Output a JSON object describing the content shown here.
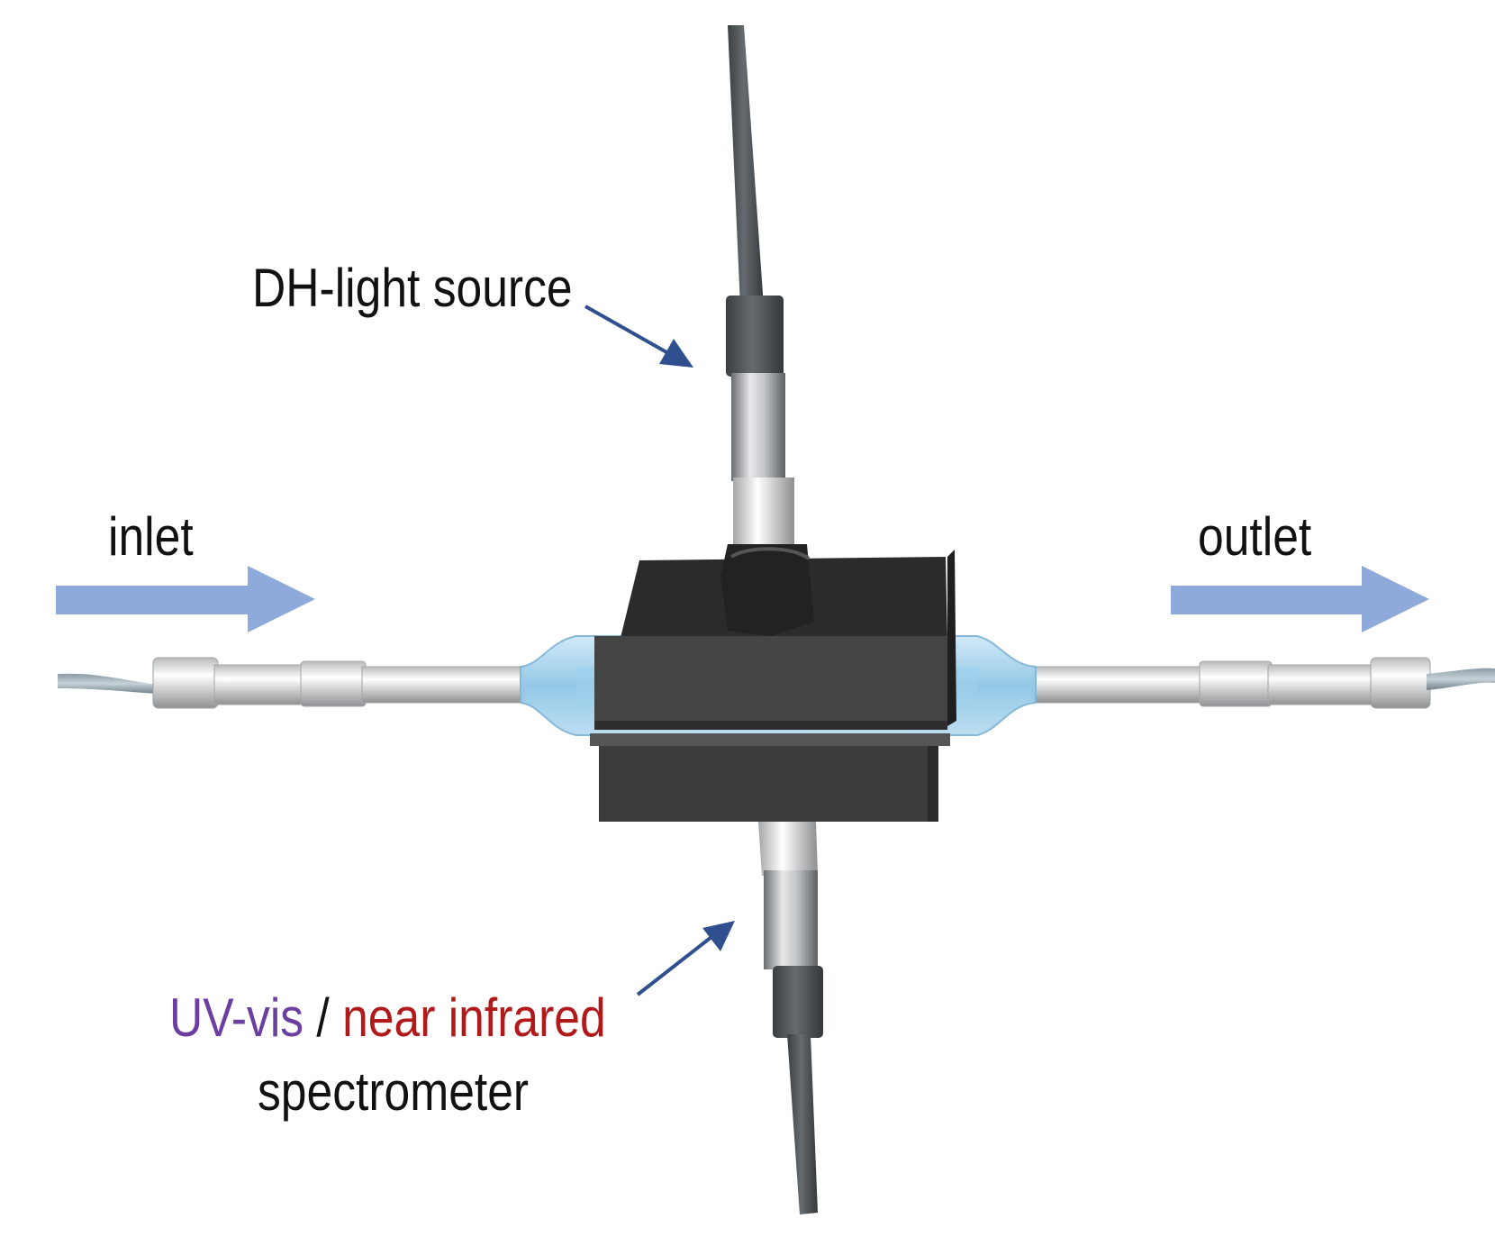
{
  "labels": {
    "light_source": "DH-light source",
    "inlet": "inlet",
    "outlet": "outlet",
    "uv_vis": "UV-vis",
    "separator": " / ",
    "near_infrared": "near infrared",
    "spectrometer": "spectrometer"
  },
  "colors": {
    "flow_arrow": "#8eaadb",
    "pointer_arrow": "#2f4f8f",
    "uv_vis_text": "#6b3fa0",
    "near_infrared_text": "#b11a1a",
    "block": "#3f3f3f",
    "fiber": "#4a4f52",
    "glass": "#a9d4ee"
  }
}
